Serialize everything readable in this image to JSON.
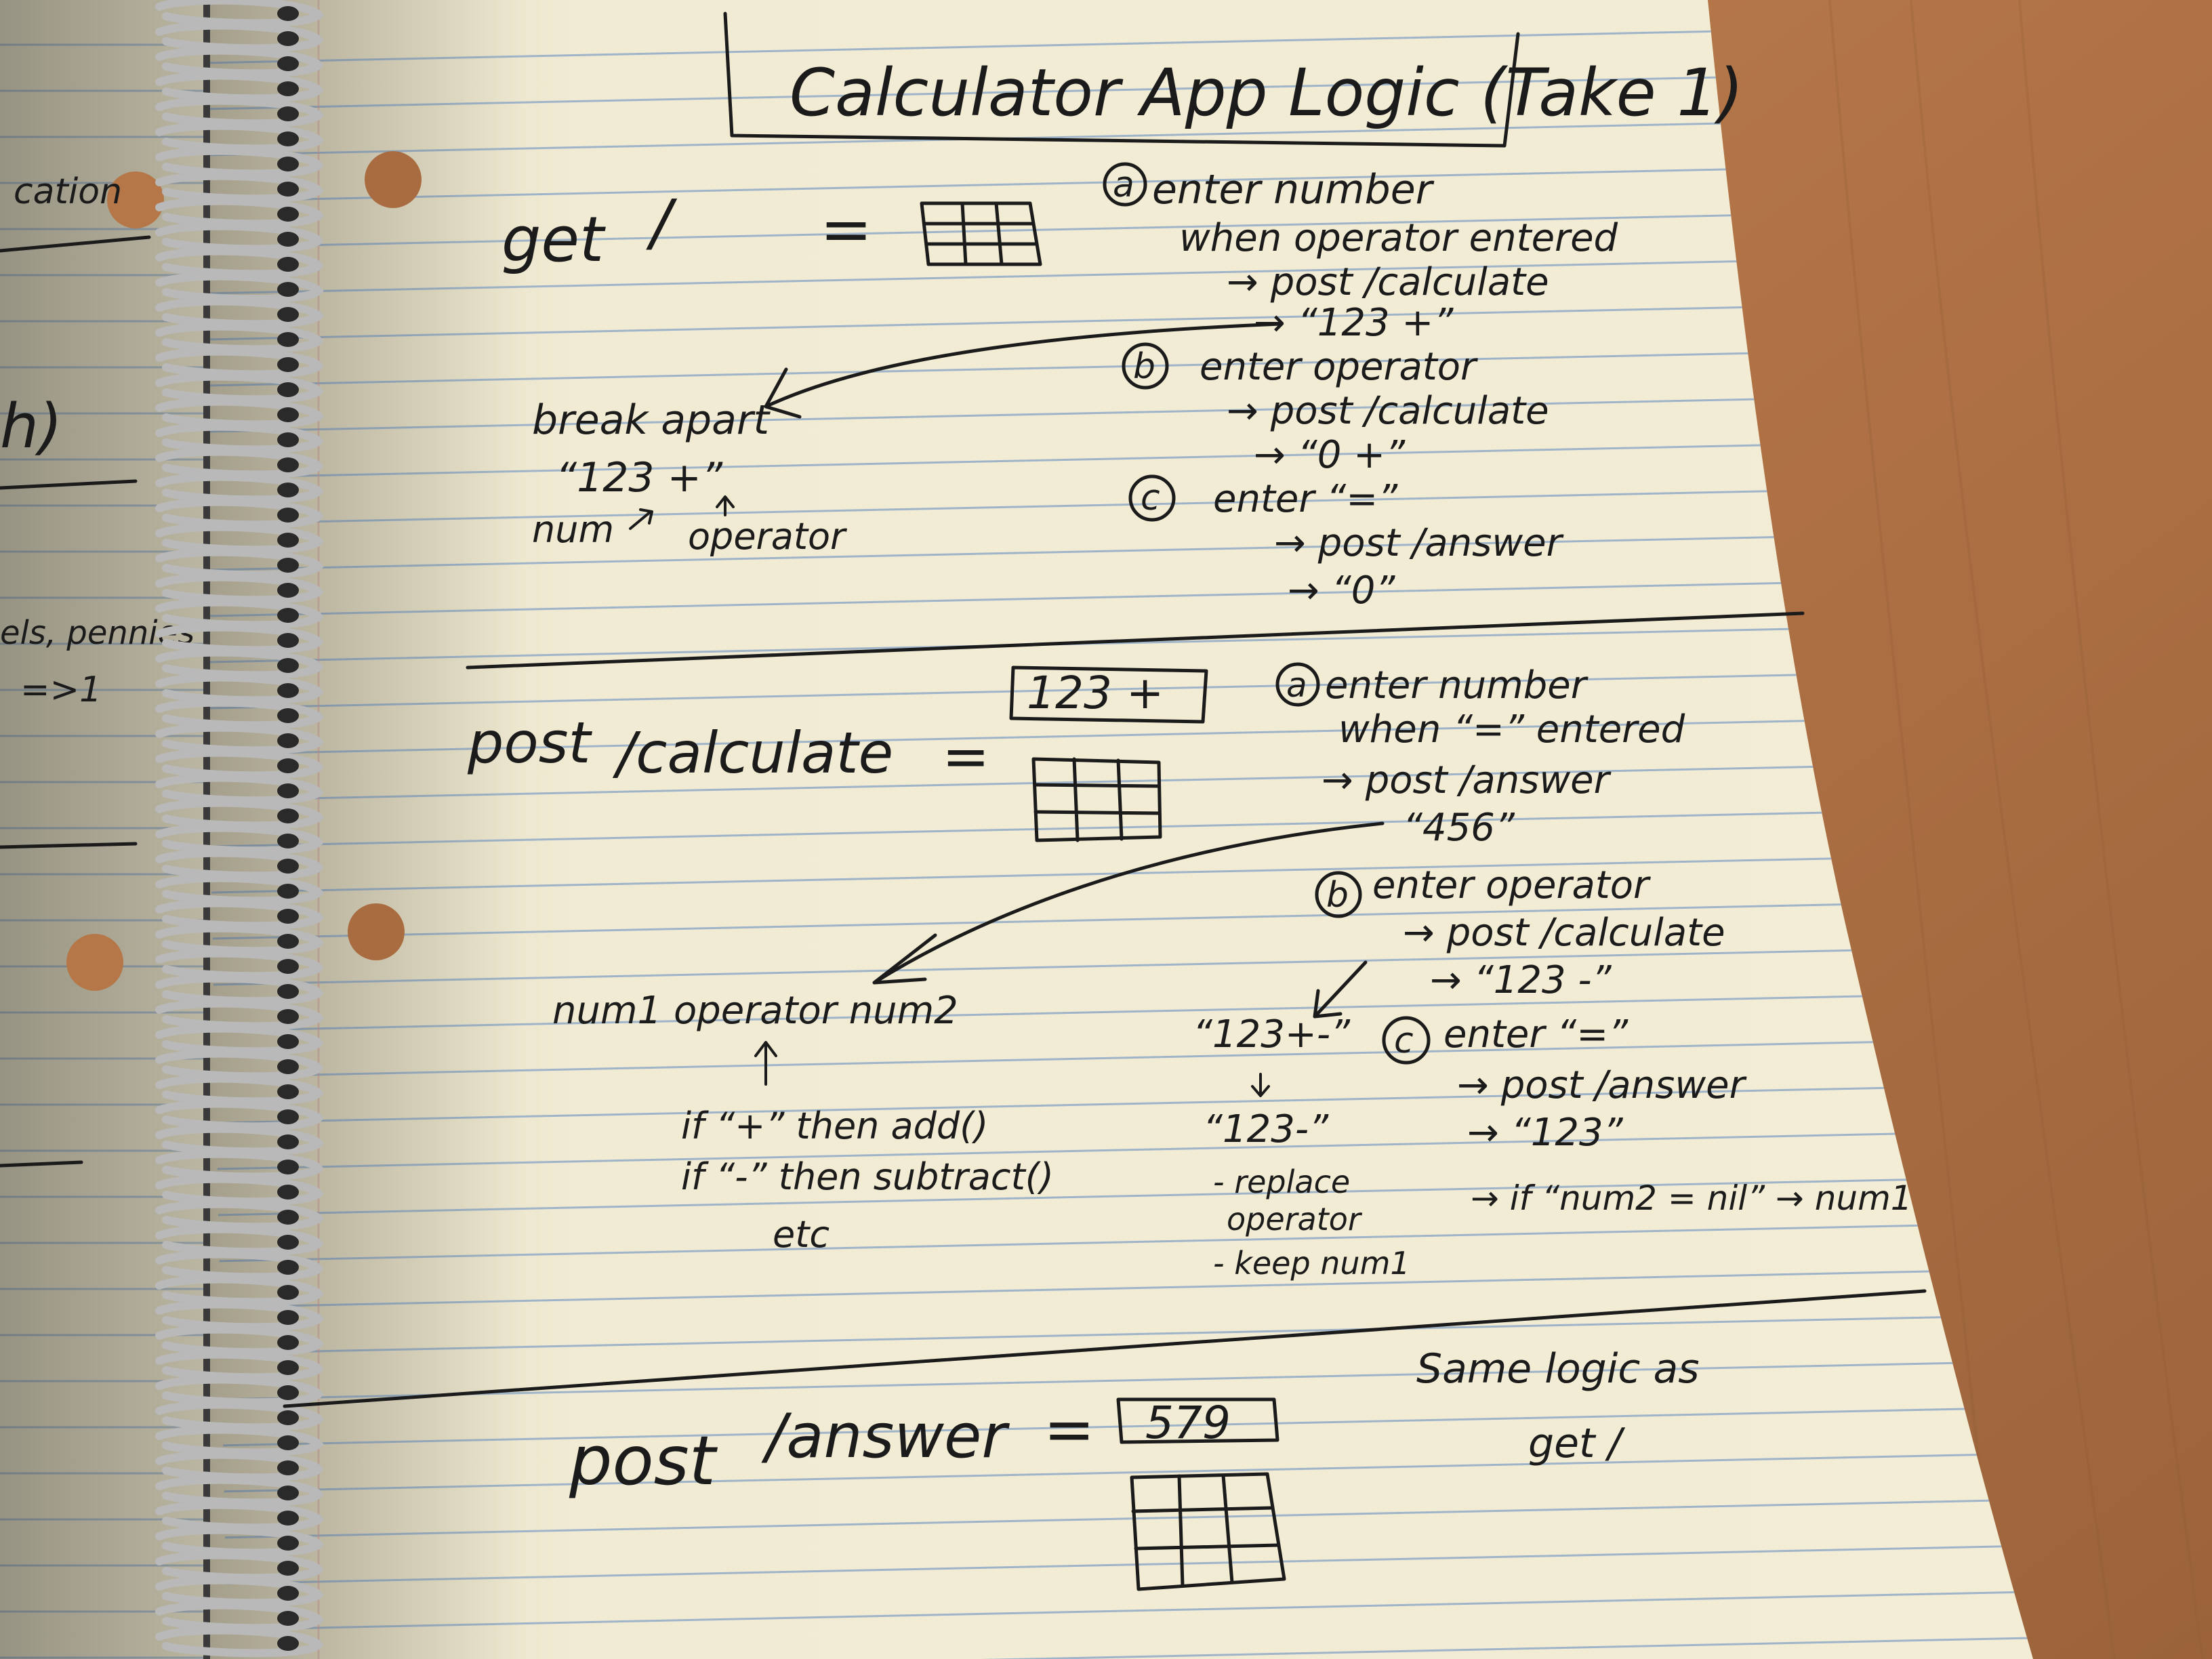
{
  "notebook": {
    "title": "Calculator App Logic (Take 1)",
    "left_page_fragments": [
      "cation",
      "h)",
      "els, pennies",
      "=>1"
    ]
  },
  "section_get": {
    "route": "get",
    "slash": "/",
    "equals": "=",
    "breakdown": {
      "label": "break apart",
      "example": "“123 +”",
      "num_label": "num",
      "operator_label": "operator"
    },
    "steps": [
      {
        "marker": "a",
        "lines": [
          "enter number",
          "when operator entered",
          "→ post /calculate",
          "→ “123 +”"
        ]
      },
      {
        "marker": "b",
        "lines": [
          "enter operator",
          "→ post /calculate",
          "→ “0 +”"
        ]
      },
      {
        "marker": "c",
        "lines": [
          "enter “=”",
          "→ post /answer",
          "→ “0”"
        ]
      }
    ]
  },
  "section_calculate": {
    "route": "post",
    "path": "/calculate",
    "equals": "=",
    "display_value": "123 +",
    "parse_line": "num1 operator num2",
    "rules": [
      "if “+” then add()",
      "if “-” then subtract()",
      "etc"
    ],
    "replace_example": {
      "from": "“123+-”",
      "to": "“123-”",
      "notes": [
        "- replace",
        "operator",
        "- keep num1"
      ]
    },
    "steps": [
      {
        "marker": "a",
        "lines": [
          "enter number",
          "when “=” entered",
          "→ post /answer",
          "“456”"
        ]
      },
      {
        "marker": "b",
        "lines": [
          "enter operator",
          "→ post /calculate",
          "→ “123 -”"
        ]
      },
      {
        "marker": "c",
        "lines": [
          "enter “=”",
          "→ post /answer",
          "→ “123”",
          "→ if “num2 = nil” → num1"
        ]
      }
    ]
  },
  "section_answer": {
    "route": "post",
    "path": "/answer",
    "equals": "=",
    "display_value": "579",
    "note": [
      "Same logic as",
      "get /"
    ]
  }
}
